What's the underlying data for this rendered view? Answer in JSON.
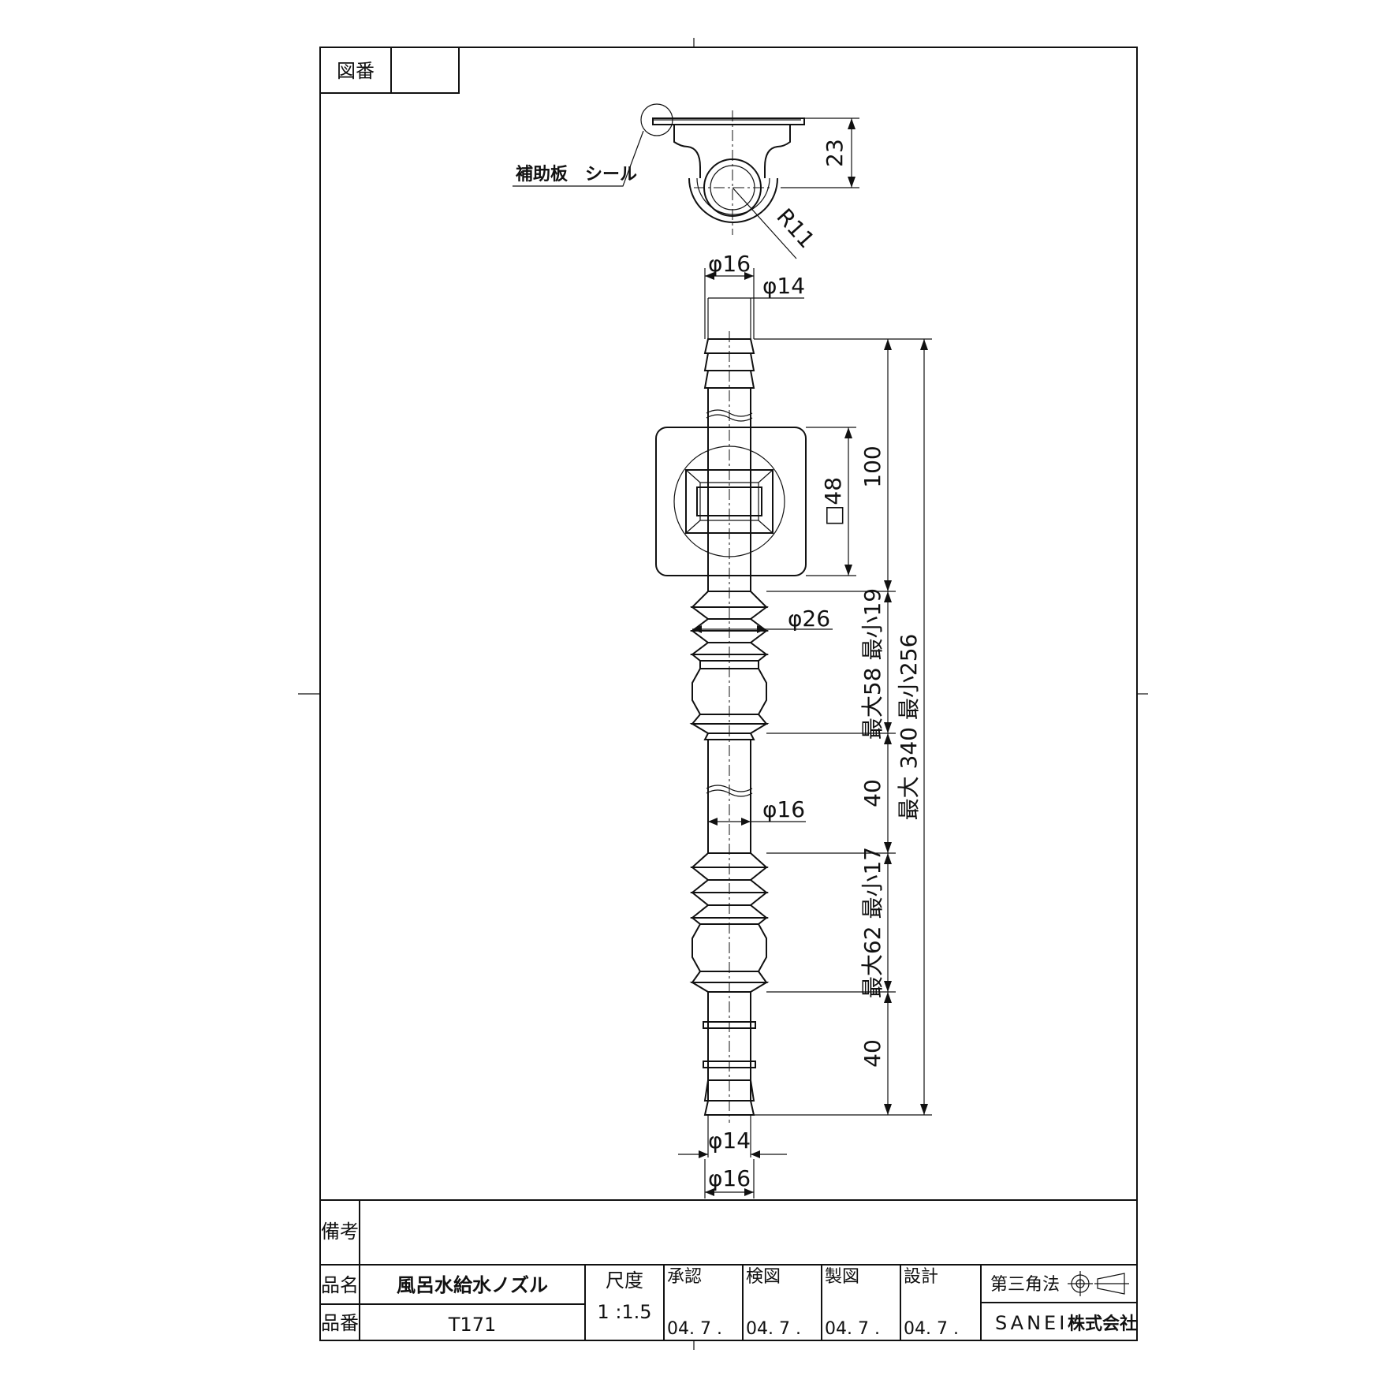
{
  "sheet": {
    "drawing_number_label": "図番",
    "drawing_number_value": ""
  },
  "top_view": {
    "callout": "補助板　シール",
    "height_dim": "23",
    "radius_dim": "R11"
  },
  "side_view": {
    "dia_top_outer": "φ16",
    "dia_top_inner": "φ14",
    "plate_size": "□48",
    "dim_100": "100",
    "dia_26": "φ26",
    "range_upper": "最大58 最小19",
    "overall": "最大 340 最小256",
    "dim_40_a": "40",
    "dia_mid": "φ16",
    "range_lower": "最大62 最小17",
    "dim_40_b": "40",
    "dia_bottom_inner": "φ14",
    "dia_bottom_outer": "φ16"
  },
  "title_block": {
    "remarks_label": "備考",
    "remarks_value": "",
    "name_label": "品名",
    "name_value": "風呂水給水ノズル",
    "number_label": "品番",
    "number_value": "T171",
    "scale_label": "尺度",
    "scale_value": "1 :1.5",
    "approve_label": "承認",
    "check_label": "検図",
    "drawn_label": "製図",
    "design_label": "設計",
    "date_1": "04. 7 .",
    "date_2": "04. 7 .",
    "date_3": "04. 7 .",
    "date_4": "04. 7 .",
    "projection": "第三角法",
    "company_prefix": "SANEI",
    "company_suffix": "株式会社"
  }
}
